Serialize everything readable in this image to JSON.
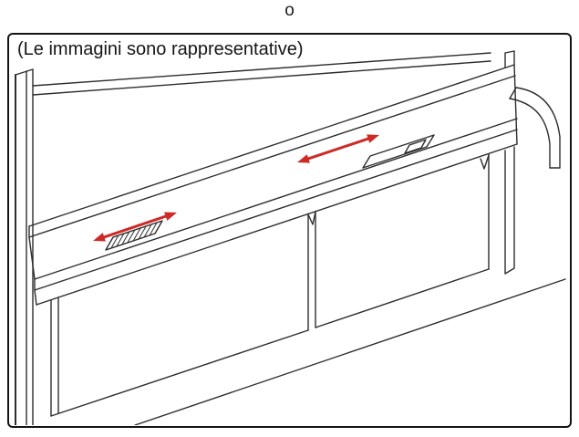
{
  "page": {
    "bullet": "o",
    "background_color": "#ffffff"
  },
  "figure": {
    "caption": "(Le immagini sono rappresentative)",
    "border_color": "#141414",
    "line_color": "#2d2d2d",
    "arrow_color": "#cd2a26",
    "arrows": [
      {
        "name": "slide-arrow-left",
        "style": "double-headed-diagonal"
      },
      {
        "name": "slide-arrow-right",
        "style": "double-headed-diagonal"
      }
    ]
  }
}
